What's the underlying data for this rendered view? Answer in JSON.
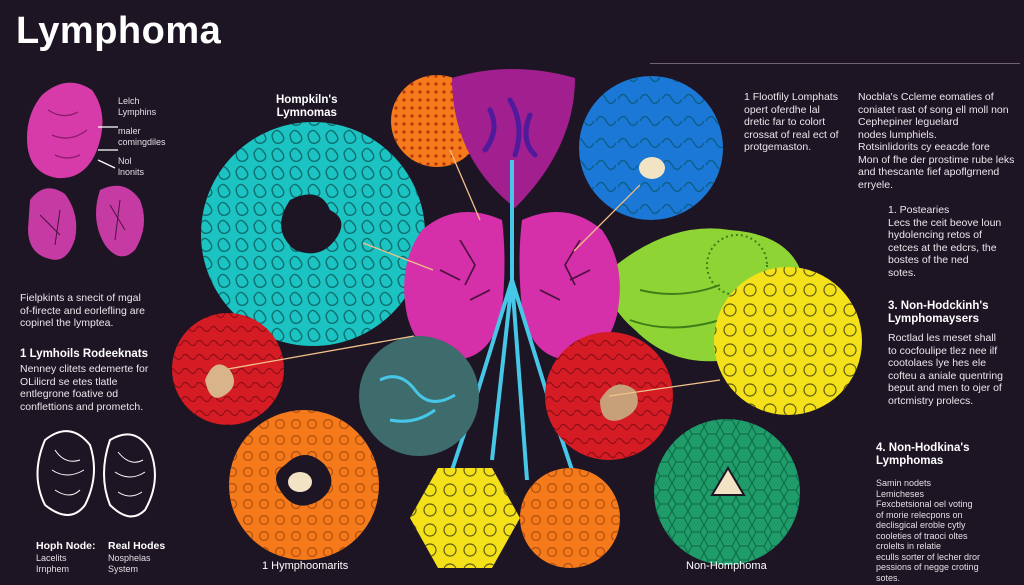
{
  "title": "Lymphoma",
  "top_left_labels": [
    "Lelch",
    "Lymphins",
    "maler",
    "comingdiles",
    "Nol",
    "lnonits"
  ],
  "hodgkin_header": [
    "Hompkiln's",
    "Lymnomas"
  ],
  "top_center_note": [
    "1  Flootfily Lomphats",
    "opert oferdhe lal",
    "dretic far to colort",
    "crossat of real ect of",
    "protgemaston."
  ],
  "top_right_bullets": [
    "Nocbla's Ccleme eomaties of",
    "coniatet rast of song ell moll non",
    "Cephepiner leguelard",
    "nodes lumphiels.",
    "Rotsinlidorits cy eeacde fore",
    "Mon of fhe der prostime rube leks",
    "and thescante fief apoflgrnend",
    "erryele."
  ],
  "right_section1": [
    "1.  Postearies",
    "Lecs the ceit beove loun",
    "hydolencing retos of",
    "cetces at the edcrs, the",
    "bostes of the ned",
    "sotes."
  ],
  "right_section3": {
    "heading": [
      "3.  Non-Hodckinh's",
      "Lymphomaysers"
    ],
    "body": [
      "Roctlad les meset shall",
      "to cocfoulipe tlez nee ilf",
      "cootolaes lye hes ele",
      "cofteu a aniale quentring",
      "beput and men to ojer of",
      "ortcmistry prolecs."
    ]
  },
  "right_section4": {
    "heading": [
      "4.  Non-Hodkina's",
      "Lymphomas"
    ],
    "body": [
      "Samin nodets",
      "Lemicheses",
      "Fexcbetsional oel voting",
      "of morie relecpons on",
      "declisgical eroble cytly",
      "cooleties of traoci oltes",
      "crolelts in relatie",
      "eculls sorter of lecher dror",
      "pessions of negge croting",
      "sotes."
    ]
  },
  "left_mid_note": [
    "Fielpkints a snecit of mgal",
    "of-firecte and eorlefling are",
    "copinel the lymptea."
  ],
  "left_section1": {
    "heading": "1  Lymhoils Rodeeknats",
    "body": [
      "Nenney clitets edemerte for",
      "OLilicrd se etes tlatle",
      "entlegrone foative od",
      "conflettions and prometch."
    ]
  },
  "bottom_left_labels": {
    "left": [
      "Hoph Node:",
      "Lacelits",
      "Irnphem"
    ],
    "right": [
      "Real Hodes",
      "Nosphelas",
      "System"
    ]
  },
  "bottom_center_label": "1  Hymphoomarits",
  "bottom_right_label": "Non-Homphoma",
  "colors": {
    "background": "#1e1524",
    "teal": "#1cc3c3",
    "magenta": "#d52faa",
    "orange": "#f57a1c",
    "blue": "#1b78d6",
    "lime": "#8fd435",
    "yellow": "#f4e11a",
    "red": "#d51c25",
    "slate": "#3e6b6b",
    "cyan": "#46c7e8"
  }
}
